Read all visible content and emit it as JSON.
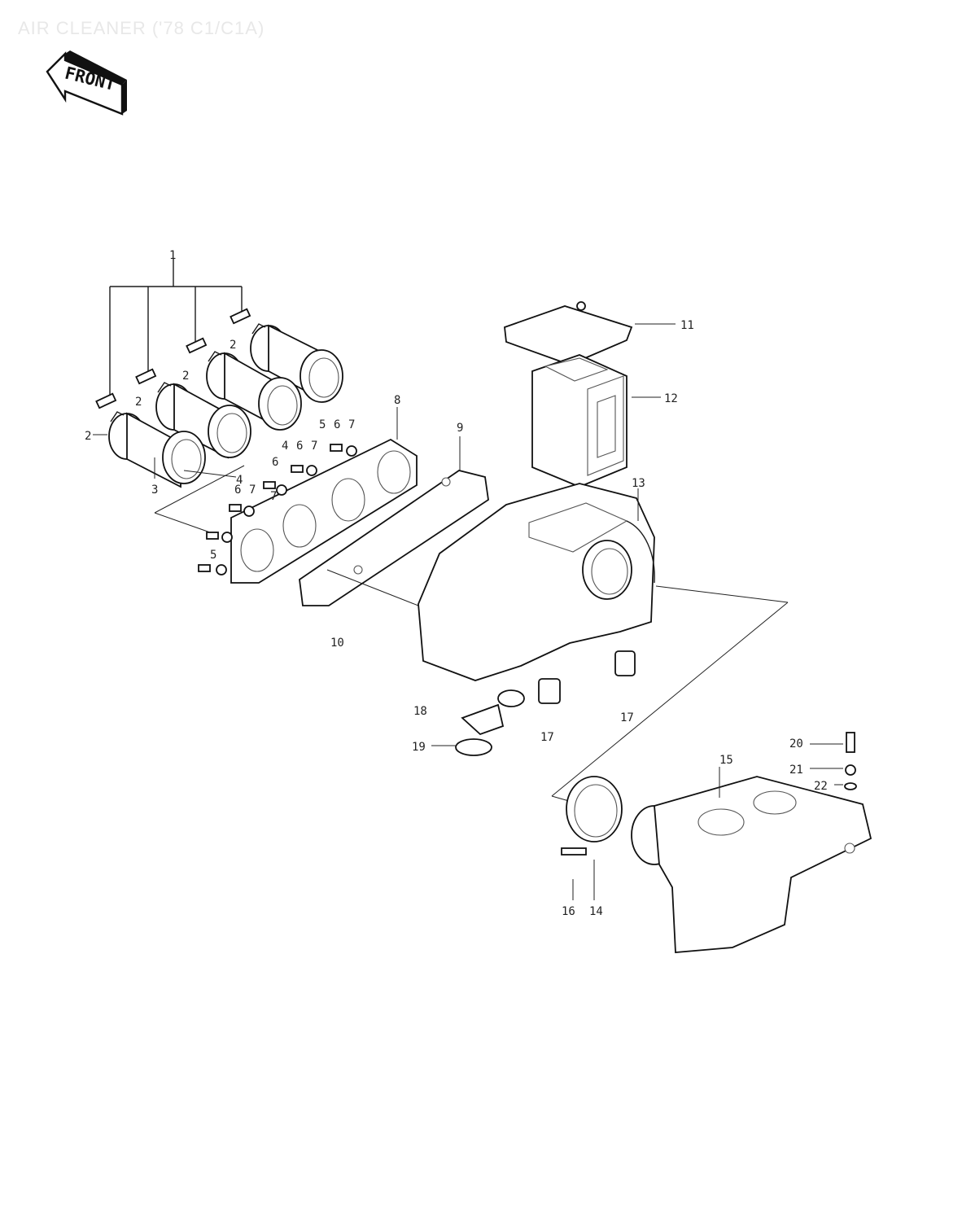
{
  "title": "AIR CLEANER ('78 C1/C1A)",
  "front_badge": "FRONT",
  "labels": {
    "l1": "1",
    "l2a": "2",
    "l2b": "2",
    "l2c": "2",
    "l2d": "2",
    "l3": "3",
    "l4a": "4",
    "l4b": "4",
    "l5a": "5",
    "l5b": "5",
    "l6a": "6",
    "l6b": "6",
    "l6c": "6",
    "l6d": "6",
    "l7a": "7",
    "l7b": "7",
    "l7c": "7",
    "l7d": "7",
    "l8": "8",
    "l9": "9",
    "l10": "10",
    "l11": "11",
    "l12": "12",
    "l13": "13",
    "l14": "14",
    "l15": "15",
    "l16": "16",
    "l17a": "17",
    "l17b": "17",
    "l18": "18",
    "l19": "19",
    "l20": "20",
    "l21": "21",
    "l22": "22"
  }
}
